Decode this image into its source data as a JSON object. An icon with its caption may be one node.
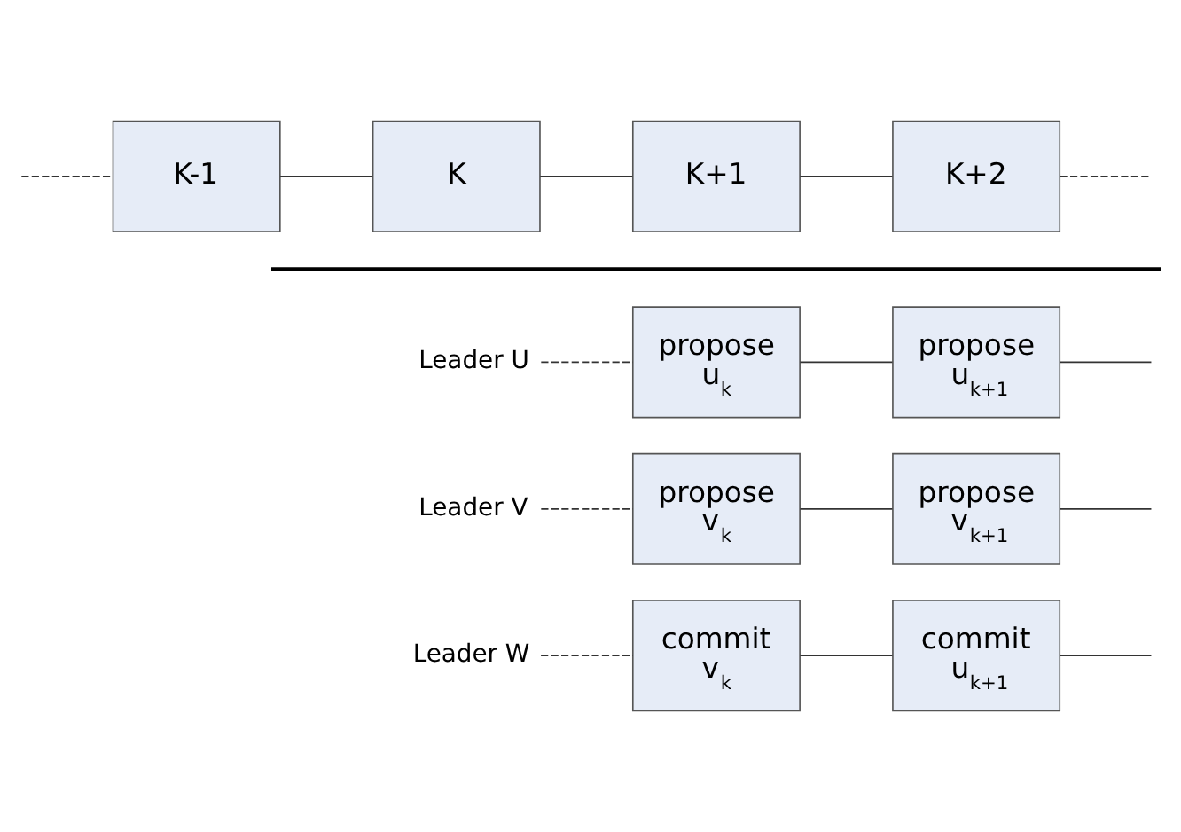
{
  "diagram": {
    "nodes": [
      {
        "text": [
          "K-1"
        ]
      },
      {
        "text": [
          "K"
        ]
      },
      {
        "text": [
          "K+1"
        ]
      },
      {
        "text": [
          "K+2"
        ]
      },
      {
        "text": [
          "Leader U"
        ]
      },
      {
        "text": [
          "propose",
          "u$_{k}$"
        ]
      },
      {
        "text": [
          "propose",
          "u$_{k+1}$"
        ]
      },
      {
        "text": [
          "Leader V"
        ]
      },
      {
        "text": [
          "propose",
          "v$_{k}$"
        ]
      },
      {
        "text": [
          "propose",
          "v$_{k+1}$"
        ]
      },
      {
        "text": [
          "Leader W"
        ]
      },
      {
        "text": [
          "commit",
          "v$_{k}$"
        ]
      },
      {
        "text": [
          "commit",
          "u$_{k+1}$"
        ]
      }
    ],
    "edges": [
      {
        "from": null,
        "to": 0,
        "arrow": "none",
        "style": "dashed"
      },
      {
        "from": 0,
        "to": 1,
        "arrow": "none"
      },
      {
        "from": 1,
        "to": 2,
        "arrow": "none"
      },
      {
        "from": 2,
        "to": 3,
        "arrow": "none"
      },
      {
        "from": 3,
        "to": null,
        "arrow": "none",
        "style": "dashed"
      },
      {
        "from": 4,
        "to": 5,
        "arrow": "none",
        "style": "dashed"
      },
      {
        "from": 5,
        "to": 6,
        "arrow": "none"
      },
      {
        "from": 6,
        "to": null,
        "arrow": "none"
      },
      {
        "from": 7,
        "to": 8,
        "arrow": "none",
        "style": "dashed"
      },
      {
        "from": 8,
        "to": 9,
        "arrow": "none"
      },
      {
        "from": 9,
        "to": null,
        "arrow": "none"
      },
      {
        "from": 10,
        "to": 11,
        "arrow": "none",
        "style": "dashed"
      },
      {
        "from": 11,
        "to": 12,
        "arrow": "none"
      },
      {
        "from": 12,
        "to": null,
        "arrow": "none"
      }
    ]
  }
}
